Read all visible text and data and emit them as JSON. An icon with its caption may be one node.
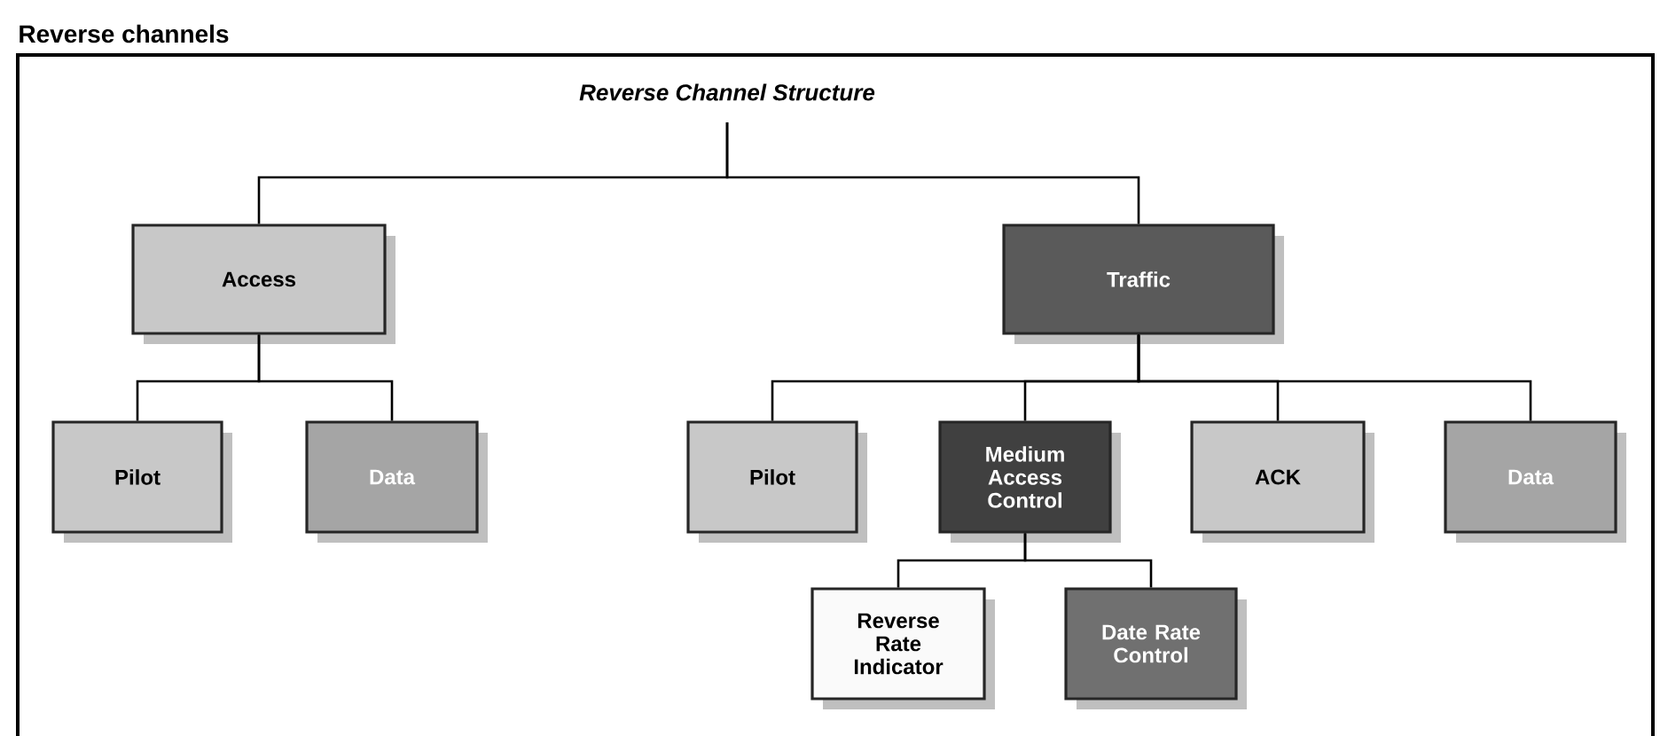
{
  "diagram": {
    "title": "Reverse channels",
    "nodes": [
      {
        "text": [
          "Reverse Channel Structure"
        ]
      },
      {
        "text": [
          "Access"
        ]
      },
      {
        "text": [
          "Traffic"
        ]
      },
      {
        "text": [
          "Pilot"
        ]
      },
      {
        "text": [
          "Data"
        ]
      },
      {
        "text": [
          "Pilot"
        ]
      },
      {
        "text": [
          "Medium Access Control"
        ]
      },
      {
        "text": [
          "ACK"
        ]
      },
      {
        "text": [
          "Data"
        ]
      },
      {
        "text": [
          "Reverse Rate Indicator"
        ]
      },
      {
        "text": [
          "Date Rate Control"
        ]
      }
    ],
    "edges": [
      {
        "from": 0,
        "to": 1,
        "arrow": "none"
      },
      {
        "from": 0,
        "to": 2,
        "arrow": "none"
      },
      {
        "from": 1,
        "to": 3,
        "arrow": "none"
      },
      {
        "from": 1,
        "to": 4,
        "arrow": "none"
      },
      {
        "from": 2,
        "to": 5,
        "arrow": "none"
      },
      {
        "from": 2,
        "to": 6,
        "arrow": "none"
      },
      {
        "from": 2,
        "to": 7,
        "arrow": "none"
      },
      {
        "from": 2,
        "to": 8,
        "arrow": "none"
      },
      {
        "from": 6,
        "to": 9,
        "arrow": "none"
      },
      {
        "from": 6,
        "to": 10,
        "arrow": "none"
      }
    ]
  }
}
